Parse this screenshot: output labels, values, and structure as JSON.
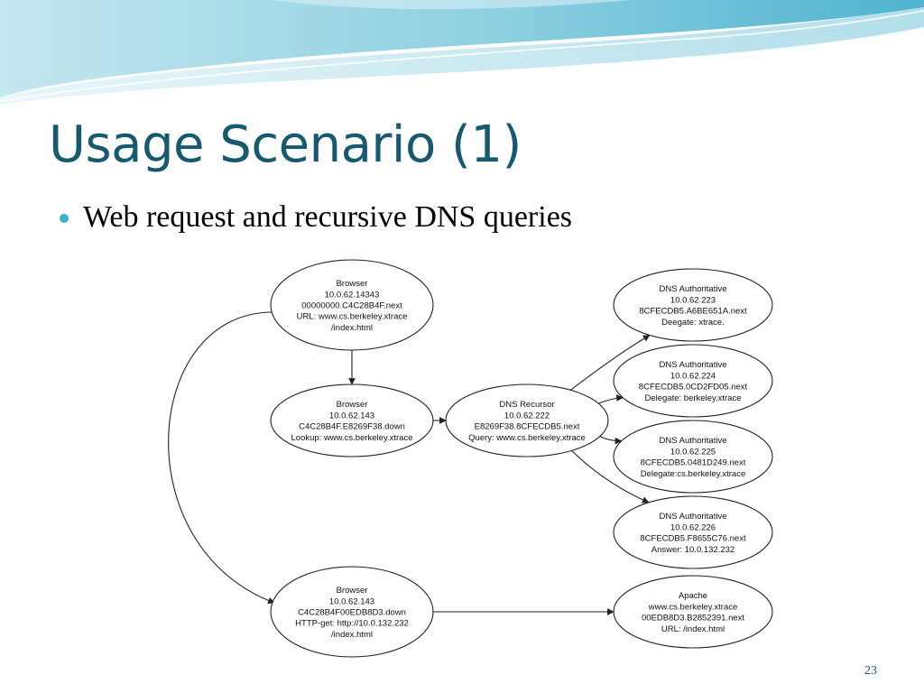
{
  "slide": {
    "title": "Usage Scenario (1)",
    "bullet": "Web request and recursive DNS queries",
    "page_number": "23"
  },
  "diagram": {
    "nodes": [
      {
        "id": "browser-1",
        "lines": [
          "Browser",
          "10.0.62.14343",
          "00000000.C4C28B4F.next",
          "URL: www.cs.berkeley.xtrace",
          "/index.html"
        ]
      },
      {
        "id": "browser-2",
        "lines": [
          "Browser",
          "10.0.62.143",
          "C4C28B4F.E8269F38.down",
          "Lookup: www.cs.berkeley.xtrace"
        ]
      },
      {
        "id": "browser-3",
        "lines": [
          "Browser",
          "10.0.62.143",
          "C4C28B4F00EDB8D3.down",
          "HTTP-get: http://10.0.132.232",
          "/index.html"
        ]
      },
      {
        "id": "dns-recursor",
        "lines": [
          "DNS Recursor",
          "10.0.62.222",
          "E8269F38.8CFECDB5.next",
          "Query: www.cs.berkeley.xtrace"
        ]
      },
      {
        "id": "dns-auth-1",
        "lines": [
          "DNS Authoritative",
          "10.0.62.223",
          "8CFECDB5.A6BE651A.next",
          "Deegate: xtrace."
        ]
      },
      {
        "id": "dns-auth-2",
        "lines": [
          "DNS Authoritative",
          "10.0.62.224",
          "8CFECDB5.0CD2FD05.next",
          "Delegate: berkeley.xtrace"
        ]
      },
      {
        "id": "dns-auth-3",
        "lines": [
          "DNS Authoritative",
          "10.0.62.225",
          "8CFECDB5.0481D249.next",
          "Delegate:cs.berkeley.xtrace"
        ]
      },
      {
        "id": "dns-auth-4",
        "lines": [
          "DNS Authoritative",
          "10.0.62.226",
          "8CFECDB5.F8655C76.next",
          "Answer: 10.0.132.232"
        ]
      },
      {
        "id": "apache",
        "lines": [
          "Apache",
          "www.cs.berkeley.xtrace",
          "00EDB8D3.B2852391.next",
          "URL: /index.html"
        ]
      }
    ],
    "edges": [
      {
        "from": "browser-1",
        "to": "browser-2"
      },
      {
        "from": "browser-2",
        "to": "dns-recursor"
      },
      {
        "from": "dns-recursor",
        "to": "dns-auth-1"
      },
      {
        "from": "dns-recursor",
        "to": "dns-auth-2"
      },
      {
        "from": "dns-recursor",
        "to": "dns-auth-3"
      },
      {
        "from": "dns-recursor",
        "to": "dns-auth-4"
      },
      {
        "from": "browser-1",
        "to": "browser-3"
      },
      {
        "from": "browser-3",
        "to": "apache"
      }
    ]
  },
  "colors": {
    "title": "#17596f",
    "bullet": "#3bb0cc",
    "wave_light": "#bfe4ee",
    "wave_dark": "#3aa7c4"
  }
}
